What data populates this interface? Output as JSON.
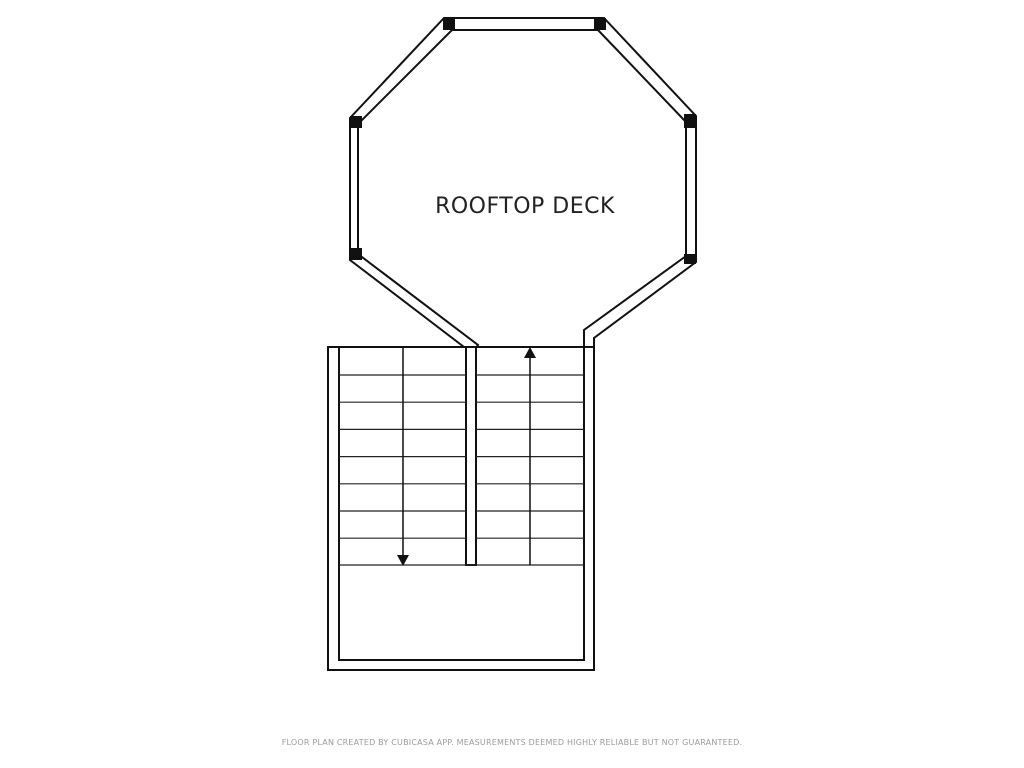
{
  "floorplan": {
    "rooms": [
      {
        "id": "rooftop-deck",
        "label": "ROOFTOP DECK"
      }
    ],
    "stairs": {
      "up_direction": "up",
      "down_direction": "down"
    },
    "disclaimer": "FLOOR PLAN CREATED BY CUBICASA APP. MEASUREMENTS DEEMED HIGHLY RELIABLE BUT NOT GUARANTEED.",
    "colors": {
      "wall": "#111111",
      "background": "#ffffff",
      "disclaimer_text": "#9a9a9a"
    }
  }
}
